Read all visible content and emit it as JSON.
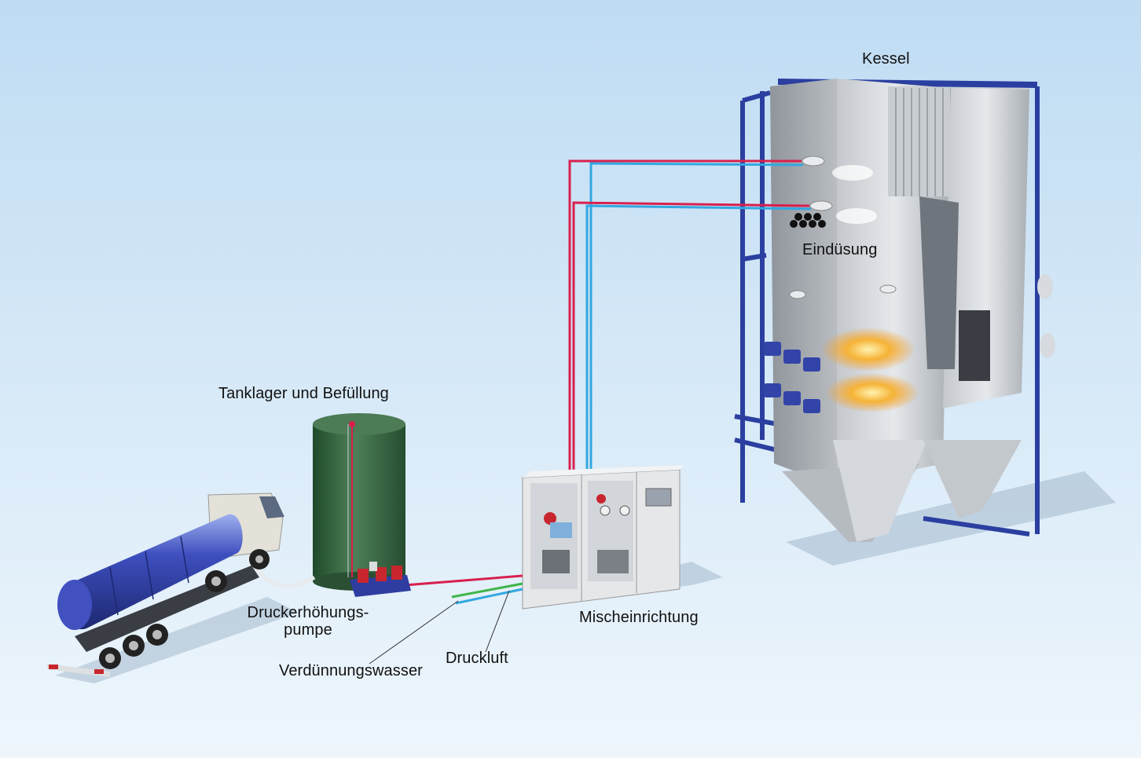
{
  "labels": {
    "kessel": "Kessel",
    "eindusung": "Eindüsung",
    "tanklager": "Tanklager und Befüllung",
    "pump_line1": "Druckerhöhungs-",
    "pump_line2": "pumpe",
    "mischeinrichtung": "Mischeinrichtung",
    "druckluft": "Druckluft",
    "verdunnungswasser": "Verdünnungswasser"
  },
  "colors": {
    "background_top": "#bfdcf3",
    "background_bottom": "#eef6fc",
    "reagent_line": "#d8204e",
    "air_line": "#33a7e0",
    "water_line": "#3fb54a",
    "frame_blue": "#2b3fa0",
    "tank_green": "#3c6b46",
    "flame": "#f3a12a"
  },
  "icons": {
    "tanker": "tanker-truck-icon",
    "storage_tank": "storage-tank-icon",
    "pump": "booster-pump-icon",
    "mixing_unit": "mixing-cabinet-icon",
    "boiler": "boiler-icon",
    "nozzles": "injection-nozzle-icon",
    "burners": "burner-icon"
  }
}
